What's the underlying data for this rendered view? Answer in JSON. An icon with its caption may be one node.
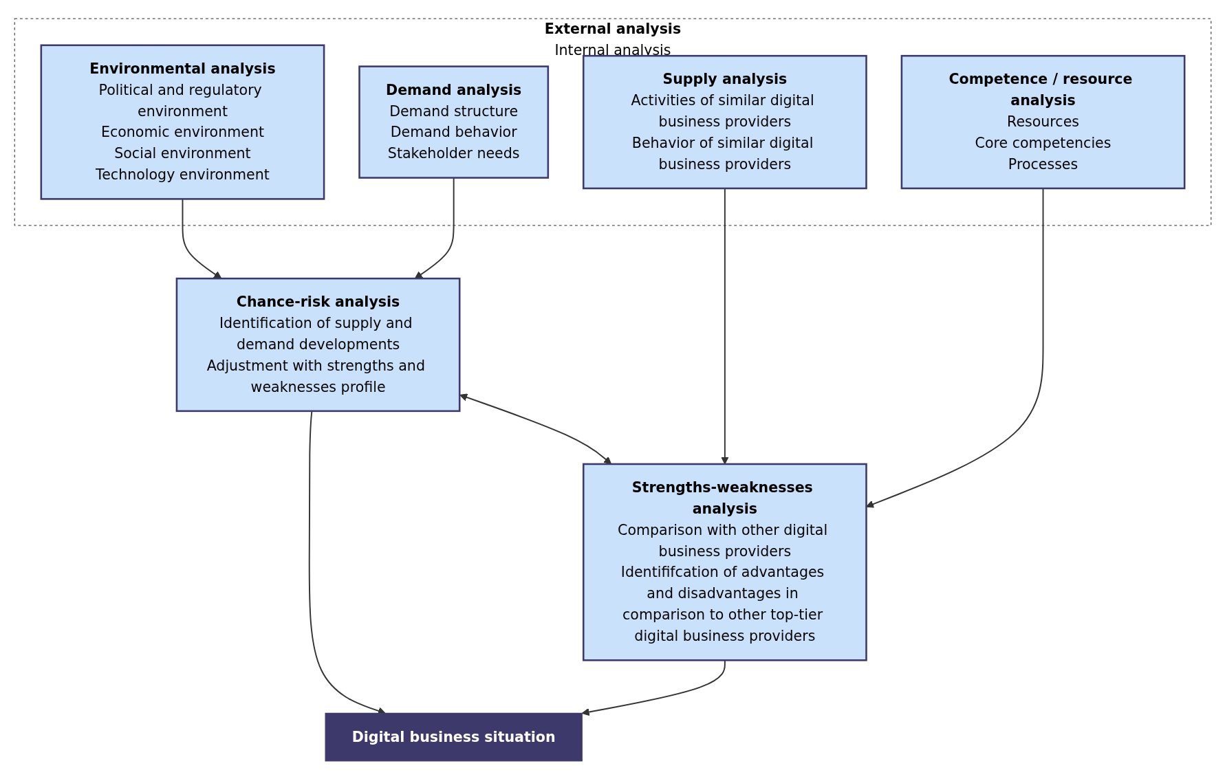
{
  "diagram": {
    "nodes": [
      {
        "text": [
          "External analysis",
          "Internal analysis"
        ]
      },
      {
        "text": [
          "Environmental analysis",
          "Political and regulatory environment",
          "Economic environment",
          "Social environment",
          "Technology environment"
        ],
        "in": 0
      },
      {
        "text": [
          "Demand analysis",
          "Demand structure",
          "Demand behavior",
          "Stakeholder needs"
        ],
        "in": 0
      },
      {
        "text": [
          "Supply analysis",
          "Activities of similar digital business providers",
          "Behavior of similar digital business providers"
        ],
        "in": 0
      },
      {
        "text": [
          "Competence / resource analysis",
          "Resources",
          "Core competencies",
          "Processes"
        ],
        "in": 0
      },
      {
        "text": [
          "Chance-risk analysis",
          "Identification of supply and demand developments",
          "Adjustment with strengths and weaknesses profile"
        ]
      },
      {
        "text": [
          "Strengths-weaknesses analysis",
          "Comparison with other digital business providers",
          "Identififcation of advantages and disadvantages in comparison to other top-tier digital business providers"
        ]
      },
      {
        "text": [
          "Digital business situation"
        ]
      }
    ],
    "edges": [
      {
        "from": 1,
        "to": 5,
        "arrow": "to"
      },
      {
        "from": 2,
        "to": 5,
        "arrow": "to"
      },
      {
        "from": 3,
        "to": 6,
        "arrow": "to"
      },
      {
        "from": 4,
        "to": 6,
        "arrow": "to"
      },
      {
        "from": 5,
        "to": 6,
        "arrow": "both"
      },
      {
        "from": 5,
        "to": 7,
        "arrow": "to"
      },
      {
        "from": 6,
        "to": 7,
        "arrow": "to"
      }
    ]
  }
}
